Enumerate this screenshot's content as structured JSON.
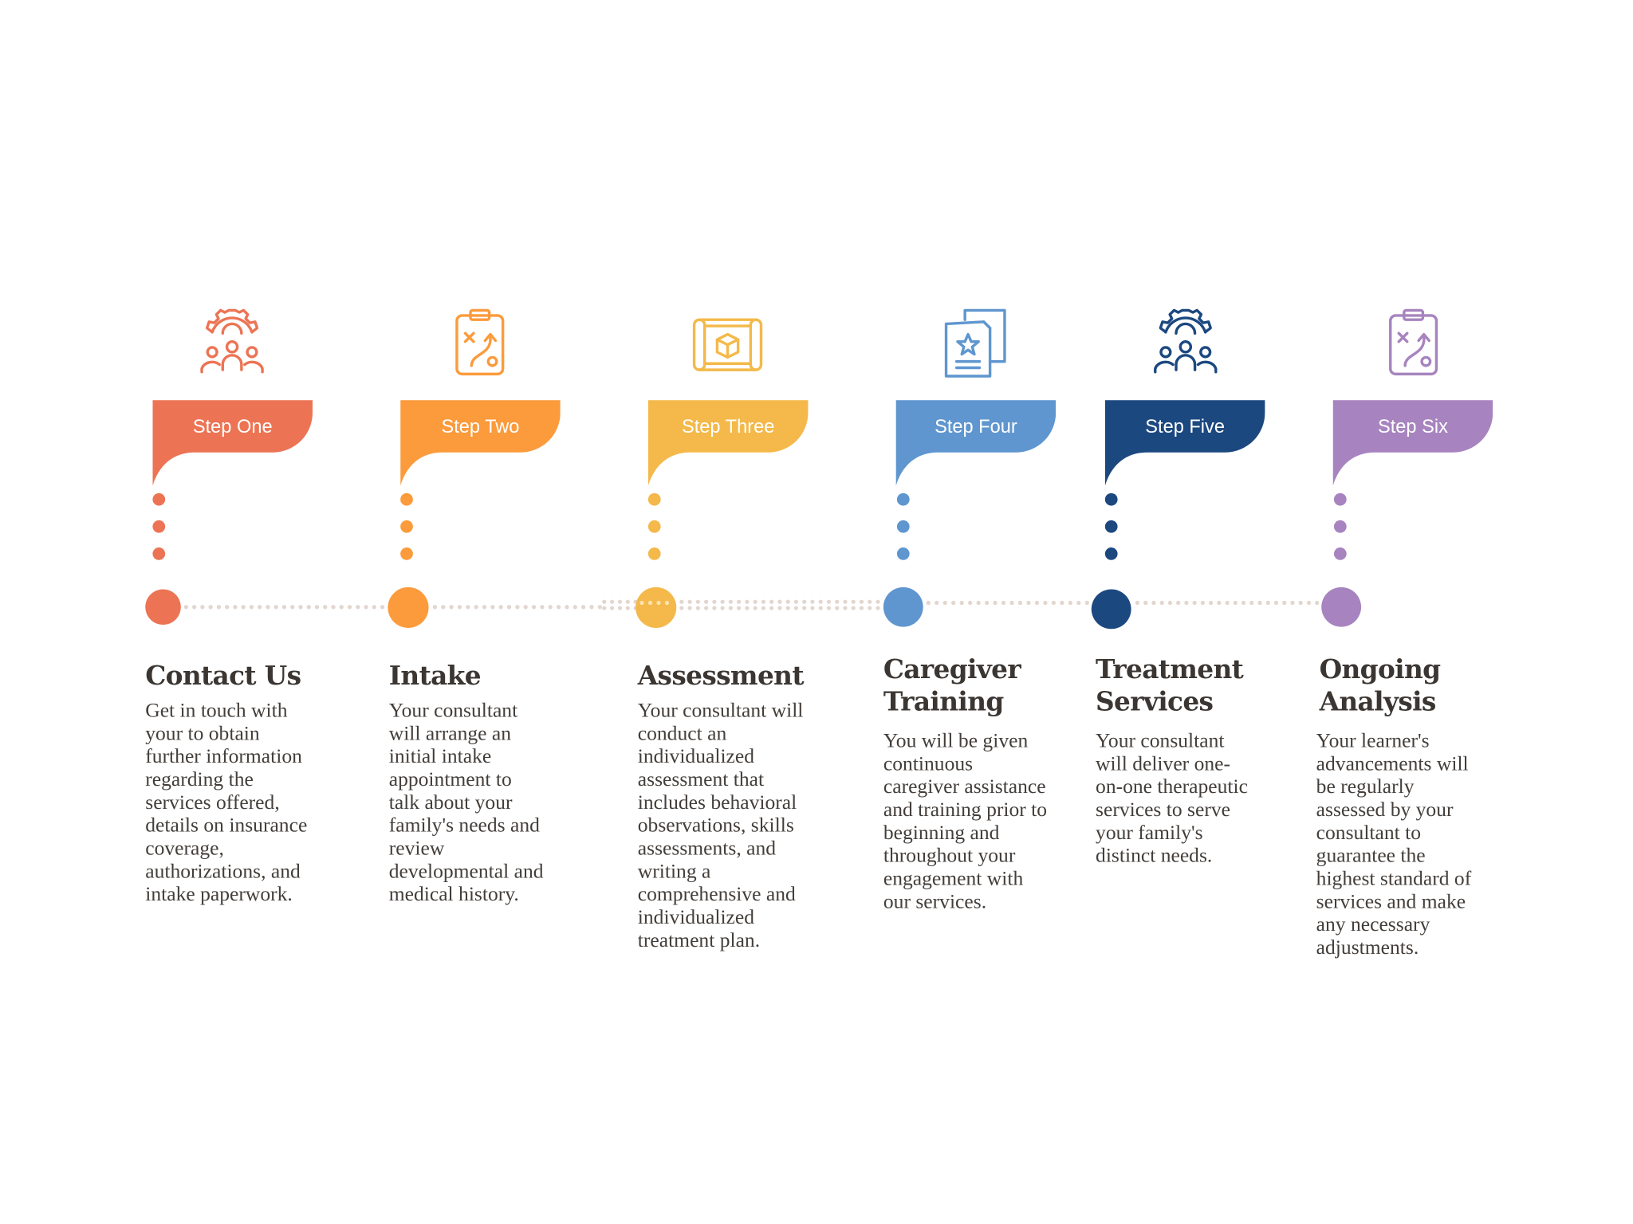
{
  "colors": {
    "step1": "#ec7454",
    "step2": "#fb9b3c",
    "step3": "#f4b94a",
    "step4": "#5f96cf",
    "step5": "#1c4880",
    "step6": "#a784bf",
    "connector": "#e2d6cf",
    "text": "#3b3632"
  },
  "steps": [
    {
      "label": "Step One",
      "title_lines": [
        "Contact Us"
      ],
      "description": "Get in touch with your  to obtain further information regarding the services offered, details on insurance coverage, authorizations, and intake paperwork.",
      "icon": "team-gear-icon"
    },
    {
      "label": "Step Two",
      "title_lines": [
        "Intake"
      ],
      "description": "Your consultant will arrange an initial intake appointment to talk about your family's needs and review developmental and medical history.",
      "icon": "strategy-clipboard-icon"
    },
    {
      "label": "Step Three",
      "title_lines": [
        "Assessment"
      ],
      "description": "Your consultant will conduct an individualized assessment that includes behavioral observations, skills assessments, and writing a comprehensive and individualized treatment plan.",
      "icon": "blueprint-cube-icon"
    },
    {
      "label": "Step Four",
      "title_lines": [
        "Caregiver",
        "Training"
      ],
      "description": "You will be given continuous caregiver assistance and training prior to beginning and throughout your engagement with our services.",
      "icon": "star-document-icon"
    },
    {
      "label": "Step Five",
      "title_lines": [
        "Treatment",
        "Services"
      ],
      "description": "Your consultant will deliver one-on-one therapeutic services to serve your family's distinct needs.",
      "icon": "team-gear-icon"
    },
    {
      "label": "Step Six",
      "title_lines": [
        "Ongoing",
        "Analysis"
      ],
      "description": "Your learner's advancements will be regularly assessed by your consultant to guarantee the highest standard of services and make any necessary adjustments.",
      "icon": "strategy-clipboard-icon"
    }
  ]
}
